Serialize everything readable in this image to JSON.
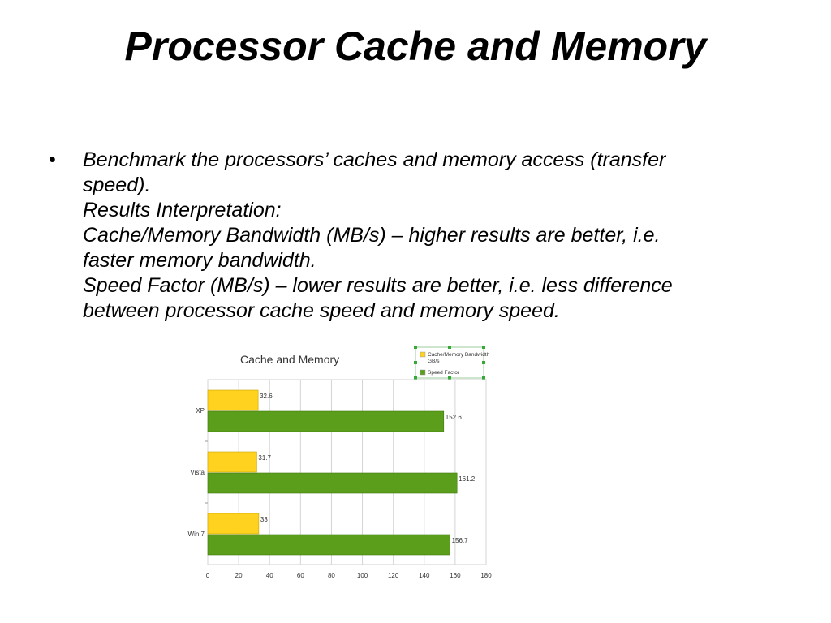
{
  "slide": {
    "title": "Processor Cache and Memory",
    "bullet": "•",
    "lines": [
      "Benchmark the processors’ caches and memory access (transfer",
      "speed).",
      "Results Interpretation:",
      "Cache/Memory Bandwidth (MB/s) – higher results are better, i.e.",
      "faster memory bandwidth.",
      "Speed Factor (MB/s) – lower results are better, i.e. less difference",
      "between processor cache speed and memory speed."
    ]
  },
  "chart_data": {
    "type": "bar",
    "orientation": "horizontal",
    "title": "Cache and Memory",
    "categories": [
      "XP",
      "Vista",
      "Win 7"
    ],
    "series": [
      {
        "name": "Cache/Memory Bandwidth GB/s",
        "values": [
          32.6,
          31.7,
          33
        ],
        "color": "#ffd21f"
      },
      {
        "name": "Speed Factor",
        "values": [
          152.6,
          161.2,
          156.7
        ],
        "color": "#5a9e1c"
      }
    ],
    "xlim": [
      0,
      180
    ],
    "xticks": [
      0,
      20,
      40,
      60,
      80,
      100,
      120,
      140,
      160,
      180
    ],
    "grid": true,
    "legend": "top-right"
  }
}
